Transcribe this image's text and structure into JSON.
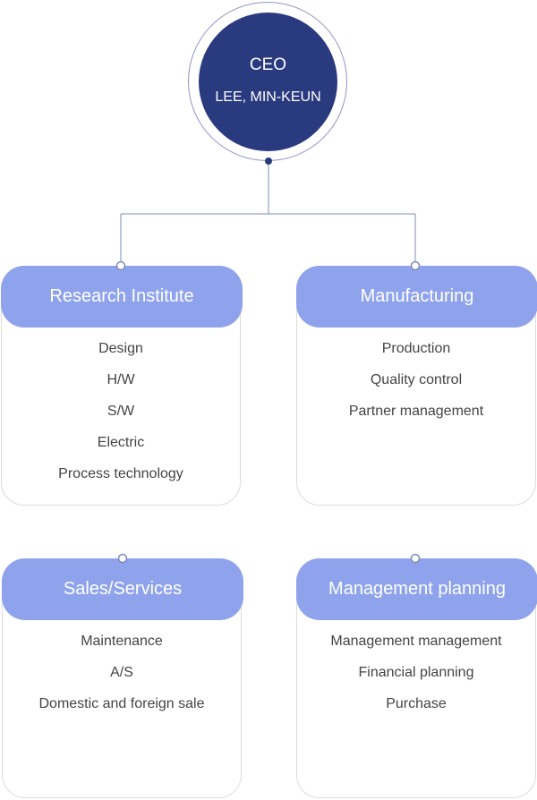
{
  "ceo": {
    "title": "CEO",
    "name": "LEE, MIN-KEUN"
  },
  "departments": [
    {
      "title": "Research Institute",
      "items": [
        "Design",
        "H/W",
        "S/W",
        "Electric",
        "Process technology"
      ]
    },
    {
      "title": "Manufacturing",
      "items": [
        "Production",
        "Quality control",
        "Partner management"
      ]
    },
    {
      "title": "Sales/Services",
      "items": [
        "Maintenance",
        "A/S",
        "Domestic and foreign sale"
      ]
    },
    {
      "title": "Management planning",
      "items": [
        "Management management",
        "Financial planning",
        "Purchase"
      ]
    }
  ],
  "colors": {
    "ceo_fill": "#2a3a7e",
    "header_fill": "#8fa3ec",
    "connector": "#7f8bb7",
    "text": "#444444"
  }
}
